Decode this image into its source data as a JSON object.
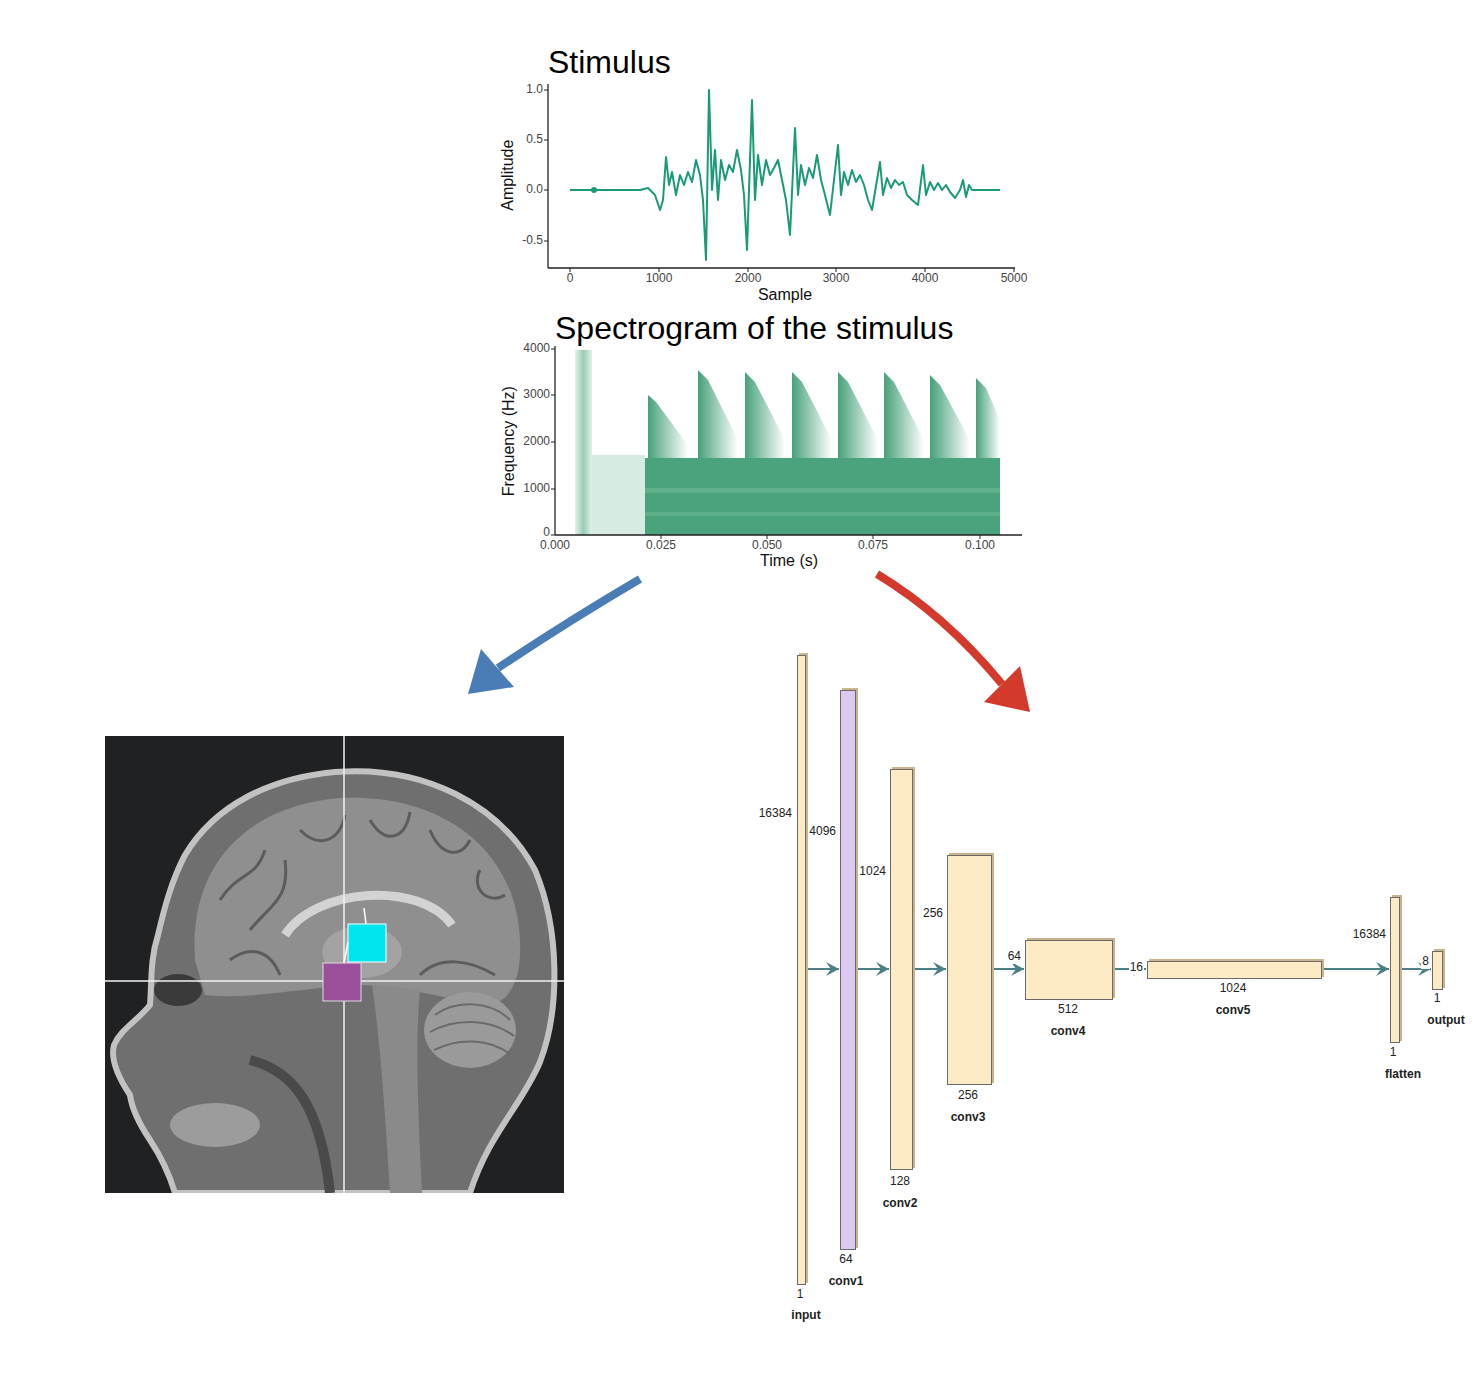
{
  "diagram": {
    "nodes": [
      {
        "text": [
          "16384",
          "1",
          "input"
        ]
      },
      {
        "text": [
          "4096",
          "64",
          "conv1"
        ]
      },
      {
        "text": [
          "1024",
          "128",
          "conv2"
        ]
      },
      {
        "text": [
          "256",
          "256",
          "conv3"
        ]
      },
      {
        "text": [
          "64",
          "512",
          "conv4"
        ]
      },
      {
        "text": [
          "16",
          "1024",
          "conv5"
        ]
      },
      {
        "text": [
          "16384",
          "1",
          "flatten"
        ]
      },
      {
        "text": [
          "8",
          "1",
          "output"
        ]
      }
    ],
    "edges": [
      {
        "from": 0,
        "to": 1,
        "arrow": "to"
      },
      {
        "from": 1,
        "to": 2,
        "arrow": "to"
      },
      {
        "from": 2,
        "to": 3,
        "arrow": "to"
      },
      {
        "from": 3,
        "to": 4,
        "arrow": "to"
      },
      {
        "from": 4,
        "to": 5,
        "arrow": "to"
      },
      {
        "from": 5,
        "to": 6,
        "arrow": "to"
      },
      {
        "from": 6,
        "to": 7,
        "arrow": "to"
      }
    ],
    "labels": [
      "Stimulus",
      "1.0",
      "0.5",
      "0.0",
      "-0.5",
      "0",
      "1000",
      "2000",
      "3000",
      "4000",
      "5000",
      "Sample",
      "Amplitude",
      "Spectrogram of the stimulus",
      "4000",
      "3000",
      "2000",
      "1000",
      "0",
      "0.000",
      "0.025",
      "0.050",
      "0.075",
      "0.100",
      "Time (s)",
      "Frequency (Hz)"
    ]
  }
}
